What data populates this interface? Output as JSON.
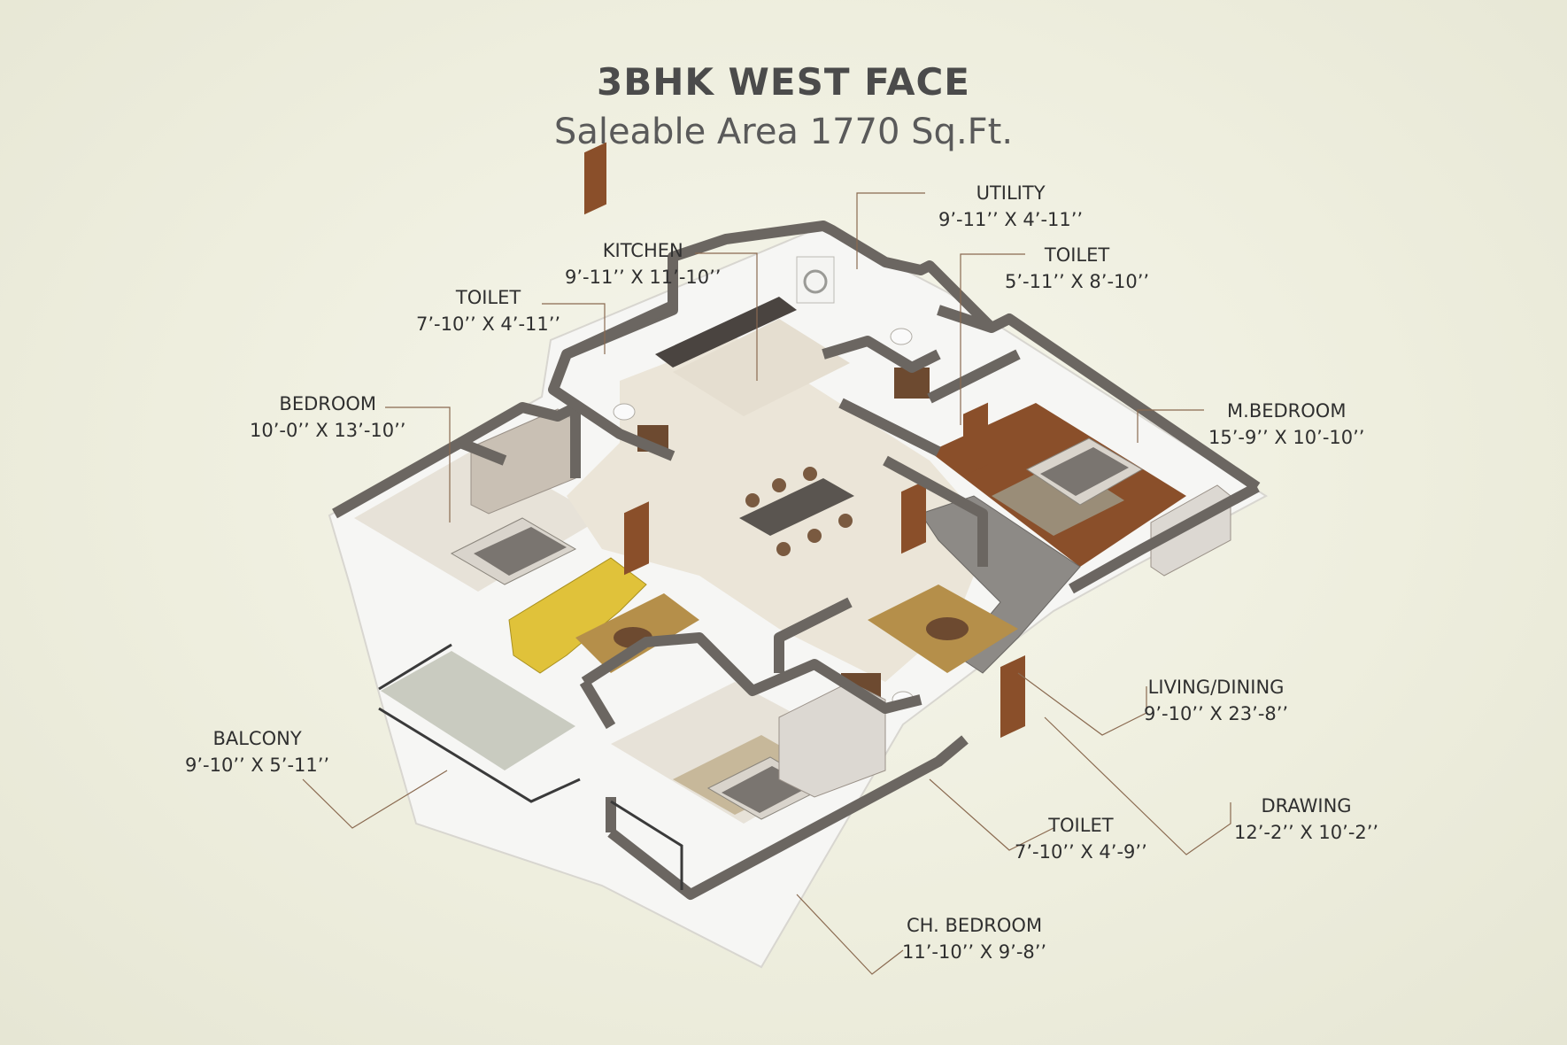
{
  "header": {
    "title": "3BHK WEST FACE",
    "subtitle": "Saleable Area 1770 Sq.Ft."
  },
  "rooms": [
    {
      "name": "UTILITY",
      "dims": "9’-11’’ X 4’-11’’"
    },
    {
      "name": "KITCHEN",
      "dims": "9’-11’’ X 11’-10’’"
    },
    {
      "name": "TOILET",
      "dims": "5’-11’’ X 8’-10’’"
    },
    {
      "name": "TOILET",
      "dims": "7’-10’’ X 4’-11’’"
    },
    {
      "name": "BEDROOM",
      "dims": "10’-0’’ X 13’-10’’"
    },
    {
      "name": "M.BEDROOM",
      "dims": "15’-9’’ X 10’-10’’"
    },
    {
      "name": "LIVING/DINING",
      "dims": "9’-10’’ X 23’-8’’"
    },
    {
      "name": "BALCONY",
      "dims": "9’-10’’ X 5’-11’’"
    },
    {
      "name": "DRAWING",
      "dims": "12’-2’’ X 10’-2’’"
    },
    {
      "name": "TOILET",
      "dims": "7’-10’’ X 4’-9’’"
    },
    {
      "name": "CH. BEDROOM",
      "dims": "11’-10’’ X 9’-8’’"
    }
  ],
  "colors": {
    "wall_top": "#6b6661",
    "wall_side": "#f4f4f2",
    "floor_tile": "#e9e3d6",
    "wood_floor": "#8a4f2a",
    "rug": "#b58f4a",
    "sofa_yellow": "#e0c23a",
    "sofa_grey": "#8d8a86",
    "leader_line": "#8a6a50"
  }
}
